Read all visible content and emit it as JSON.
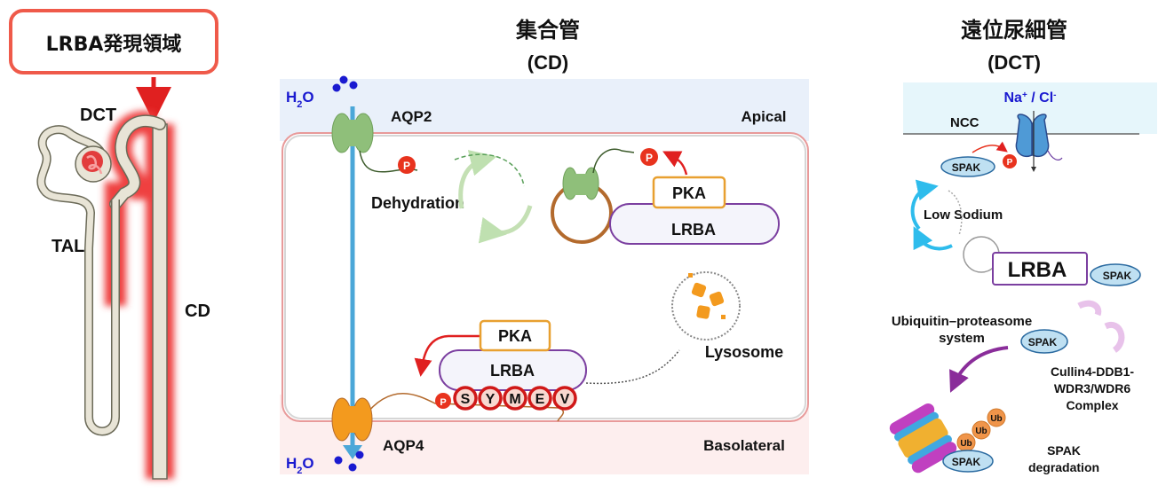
{
  "left_panel": {
    "callout_label": "LRBA発現領域",
    "labels": {
      "dct": "DCT",
      "tal": "TAL",
      "cd": "CD"
    }
  },
  "cd_panel": {
    "title": "集合管",
    "subtitle": "(CD)",
    "water_label_top": "H2O",
    "water_label_bottom": "H2O",
    "aqp2": "AQP2",
    "aqp4": "AQP4",
    "apical": "Apical",
    "basolateral": "Basolateral",
    "dehydration": "Dehydration",
    "lysosome": "Lysosome",
    "pka_top": "PKA",
    "lrba_top": "LRBA",
    "pka_bottom": "PKA",
    "lrba_bottom": "LRBA",
    "phospho": "P",
    "motif": [
      "S",
      "Y",
      "M",
      "E",
      "V"
    ]
  },
  "dct_panel": {
    "title": "遠位尿細管",
    "subtitle": "(DCT)",
    "ions": "Na+ / Cl-",
    "ncc": "NCC",
    "spak": "SPAK",
    "phospho": "P",
    "low_sodium": "Low Sodium",
    "lrba": "LRBA",
    "ups_line1": "Ubiquitin–proteasome",
    "ups_line2": "system",
    "complex_line1": "Cullin4-DDB1-",
    "complex_line2": "WDR3/WDR6",
    "complex_line3": "Complex",
    "ub": "Ub",
    "degradation_line1": "SPAK",
    "degradation_line2": "degradation"
  },
  "colors": {
    "expression_red": "#e8332a",
    "aqp2_green": "#8fbf7a",
    "aqp4_orange": "#f39a1e",
    "lrba_purple": "#7b3fa0",
    "pka_orange": "#e8a030",
    "water_blue": "#1a1ad0",
    "spak_blue": "#bfe0f2",
    "ncc_blue": "#4f9ad6"
  }
}
